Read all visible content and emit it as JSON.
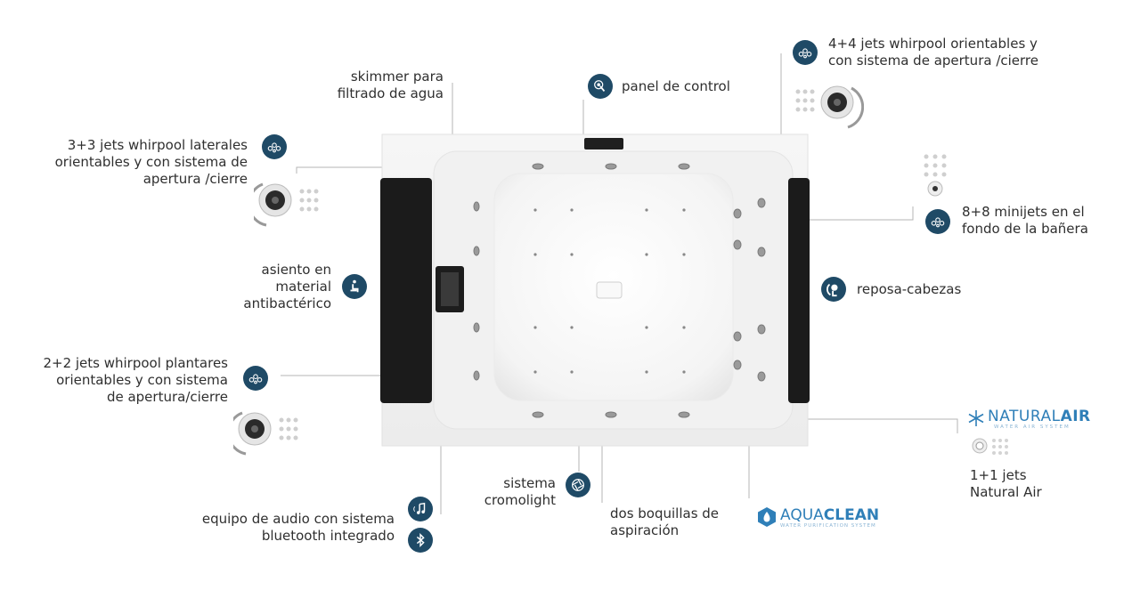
{
  "colors": {
    "icon_bg": "#1f4a66",
    "brand_blue": "#2f7fb8",
    "line": "#b5b5b5",
    "cushion": "#1b1b1b"
  },
  "labels": {
    "skimmer": [
      "skimmer para",
      "filtrado de agua"
    ],
    "panel": [
      "panel de control"
    ],
    "jets_top": [
      "4+4 jets whirpool orientables y",
      "con sistema de apertura /cierre"
    ],
    "jets_lateral": [
      "3+3 jets whirpool laterales",
      "orientables y con sistema de",
      "apertura /cierre"
    ],
    "minijets": [
      "8+8 minijets en el",
      "fondo de la bañera"
    ],
    "seat": [
      "asiento en",
      "material",
      "antibactérico"
    ],
    "headrest": [
      "reposa-cabezas"
    ],
    "plantar": [
      "2+2 jets whirpool plantares",
      "orientables y con sistema",
      "de apertura/cierre"
    ],
    "cromo": [
      "sistema",
      "cromolight"
    ],
    "boquillas": [
      "dos boquillas de",
      "aspiración"
    ],
    "natural_air": [
      "1+1 jets",
      "Natural Air"
    ],
    "audio": [
      "equipo de audio con sistema",
      "bluetooth integrado"
    ]
  },
  "brands": {
    "naturalair": {
      "name_light": "NATURAL",
      "name_bold": "AIR",
      "tagline": "WATER AIR SYSTEM"
    },
    "aquaclean": {
      "name_light": "AQUA",
      "name_bold": "CLEAN",
      "tagline": "WATER PURIFICATION SYSTEM"
    }
  },
  "icons": [
    "bubbles-icon",
    "touch-panel-icon",
    "seat-icon",
    "headrest-icon",
    "camera-aperture-icon",
    "music-icon",
    "bluetooth-icon",
    "jet-nozzle-icon"
  ]
}
